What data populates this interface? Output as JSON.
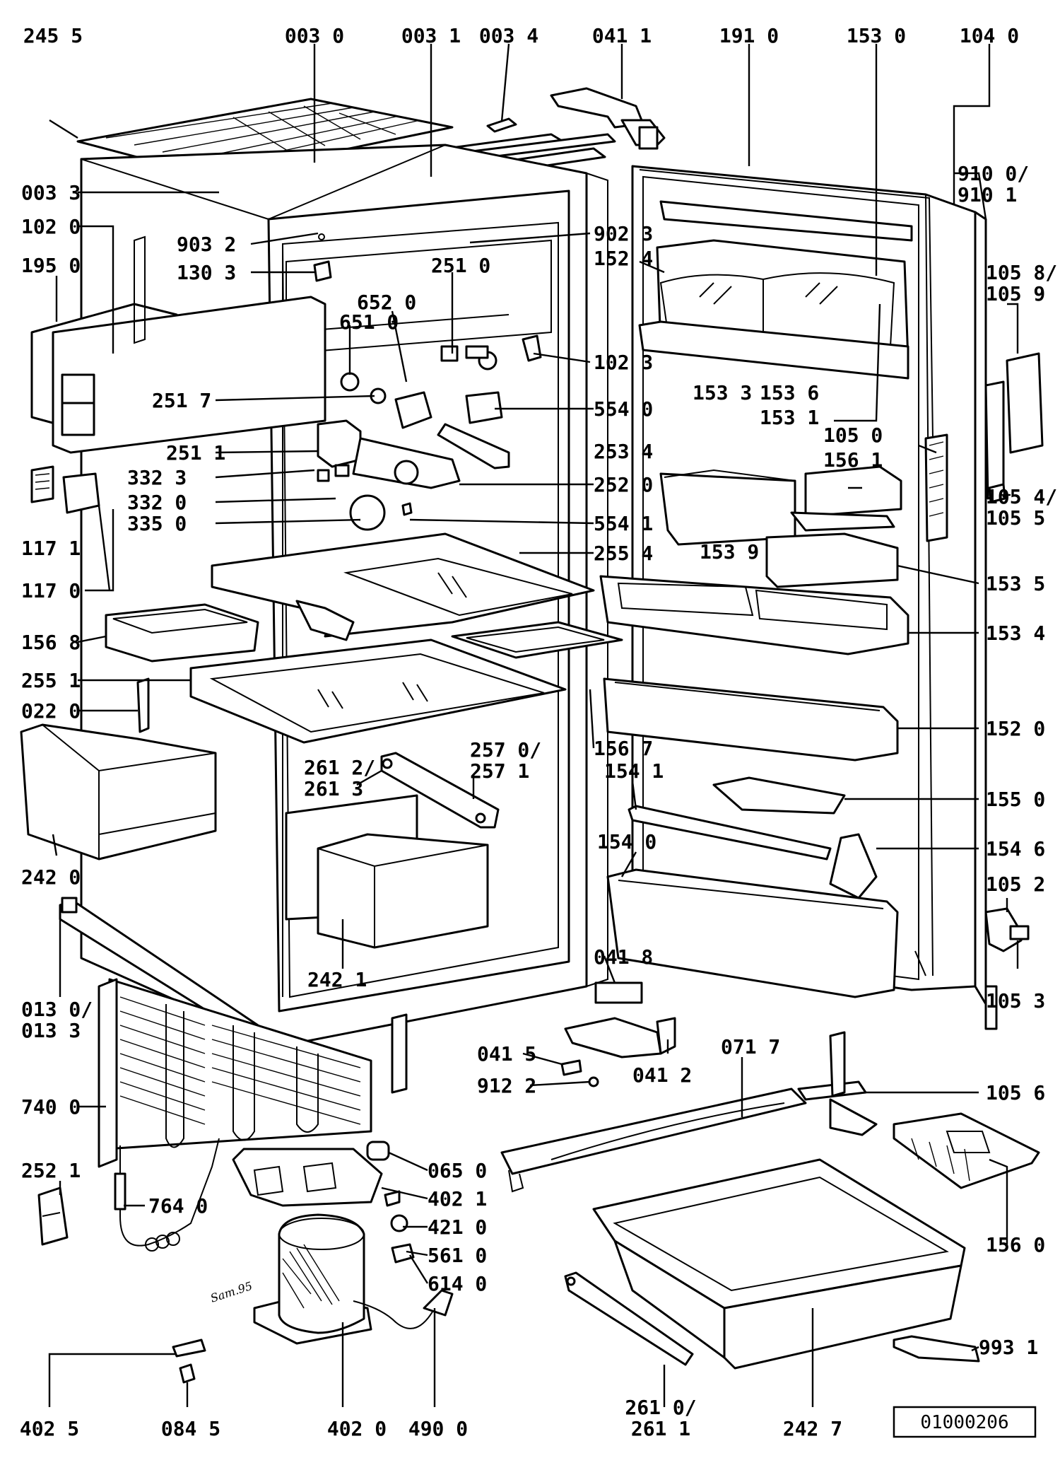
{
  "drawing_number": "01000206",
  "signature": "Sam.95",
  "parts": [
    {
      "id": "2455",
      "text": "245 5"
    },
    {
      "id": "0030",
      "text": "003 0"
    },
    {
      "id": "0031",
      "text": "003 1"
    },
    {
      "id": "0034",
      "text": "003 4"
    },
    {
      "id": "0411",
      "text": "041 1"
    },
    {
      "id": "1910",
      "text": "191 0"
    },
    {
      "id": "1530",
      "text": "153 0"
    },
    {
      "id": "1040",
      "text": "104 0"
    },
    {
      "id": "0033",
      "text": "003 3"
    },
    {
      "id": "1020",
      "text": "102 0"
    },
    {
      "id": "9032",
      "text": "903 2"
    },
    {
      "id": "9023",
      "text": "902 3"
    },
    {
      "id": "9100",
      "text": "910 0/"
    },
    {
      "id": "9101",
      "text": "910 1"
    },
    {
      "id": "1950",
      "text": "195 0"
    },
    {
      "id": "1303",
      "text": "130 3"
    },
    {
      "id": "2510",
      "text": "251 0"
    },
    {
      "id": "1524",
      "text": "152 4"
    },
    {
      "id": "1058",
      "text": "105 8/"
    },
    {
      "id": "1059",
      "text": "105 9"
    },
    {
      "id": "6520",
      "text": "652 0"
    },
    {
      "id": "6510",
      "text": "651 0"
    },
    {
      "id": "1023",
      "text": "102 3"
    },
    {
      "id": "1533",
      "text": "153 3"
    },
    {
      "id": "1536",
      "text": "153 6"
    },
    {
      "id": "1531",
      "text": "153 1"
    },
    {
      "id": "2517",
      "text": "251 7"
    },
    {
      "id": "5540",
      "text": "554 0"
    },
    {
      "id": "2511",
      "text": "251 1"
    },
    {
      "id": "2534",
      "text": "253 4"
    },
    {
      "id": "1050",
      "text": "105 0"
    },
    {
      "id": "1561",
      "text": "156 1"
    },
    {
      "id": "3323",
      "text": "332 3"
    },
    {
      "id": "3320",
      "text": "332 0"
    },
    {
      "id": "2520",
      "text": "252 0"
    },
    {
      "id": "1054",
      "text": "105 4/"
    },
    {
      "id": "1055",
      "text": "105 5"
    },
    {
      "id": "3350",
      "text": "335 0"
    },
    {
      "id": "5541",
      "text": "554 1"
    },
    {
      "id": "1171",
      "text": "117 1"
    },
    {
      "id": "1539",
      "text": "153 9"
    },
    {
      "id": "2554",
      "text": "255 4"
    },
    {
      "id": "1170",
      "text": "117 0"
    },
    {
      "id": "1535",
      "text": "153 5"
    },
    {
      "id": "1568",
      "text": "156 8"
    },
    {
      "id": "1534",
      "text": "153 4"
    },
    {
      "id": "2551",
      "text": "255 1"
    },
    {
      "id": "0220",
      "text": "022 0"
    },
    {
      "id": "1520",
      "text": "152 0"
    },
    {
      "id": "1567",
      "text": "156 7"
    },
    {
      "id": "2570",
      "text": "257 0/"
    },
    {
      "id": "2571",
      "text": "257 1"
    },
    {
      "id": "2612",
      "text": "261 2/"
    },
    {
      "id": "2613",
      "text": "261 3"
    },
    {
      "id": "1541",
      "text": "154 1"
    },
    {
      "id": "1550",
      "text": "155 0"
    },
    {
      "id": "1540",
      "text": "154 0"
    },
    {
      "id": "1546",
      "text": "154 6"
    },
    {
      "id": "2420",
      "text": "242 0"
    },
    {
      "id": "1052",
      "text": "105 2"
    },
    {
      "id": "2421",
      "text": "242 1"
    },
    {
      "id": "0418",
      "text": "041 8"
    },
    {
      "id": "0130",
      "text": "013 0/"
    },
    {
      "id": "0133",
      "text": "013 3"
    },
    {
      "id": "1053",
      "text": "105 3"
    },
    {
      "id": "0415",
      "text": "041 5"
    },
    {
      "id": "0717",
      "text": "071 7"
    },
    {
      "id": "9122",
      "text": "912 2"
    },
    {
      "id": "0412",
      "text": "041 2"
    },
    {
      "id": "1056",
      "text": "105 6"
    },
    {
      "id": "7400",
      "text": "740 0"
    },
    {
      "id": "0650",
      "text": "065 0"
    },
    {
      "id": "2521",
      "text": "252 1"
    },
    {
      "id": "4021",
      "text": "402 1"
    },
    {
      "id": "7640",
      "text": "764 0"
    },
    {
      "id": "4210",
      "text": "421 0"
    },
    {
      "id": "5610",
      "text": "561 0"
    },
    {
      "id": "1560",
      "text": "156 0"
    },
    {
      "id": "6140",
      "text": "614 0"
    },
    {
      "id": "9931",
      "text": "993 1"
    },
    {
      "id": "4025",
      "text": "402 5"
    },
    {
      "id": "0845",
      "text": "084 5"
    },
    {
      "id": "4020",
      "text": "402 0"
    },
    {
      "id": "4900",
      "text": "490 0"
    },
    {
      "id": "2610",
      "text": "261 0/"
    },
    {
      "id": "2611",
      "text": "261 1"
    },
    {
      "id": "2427",
      "text": "242 7"
    }
  ]
}
